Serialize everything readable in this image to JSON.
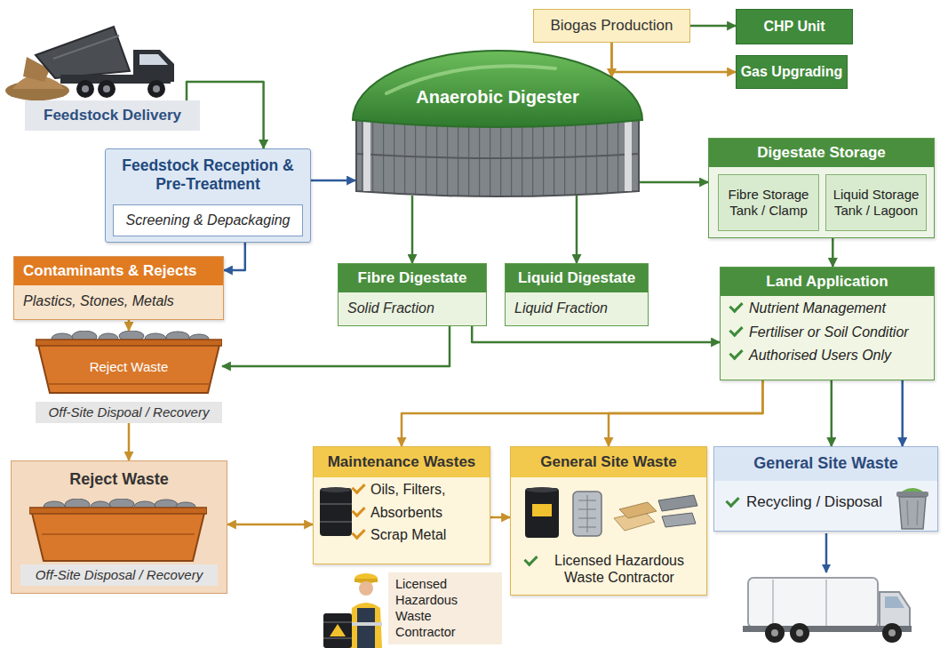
{
  "diagram": {
    "nodes": [
      {
        "text": [
          "Feedstock Delivery"
        ]
      },
      {
        "text": [
          "Feedstock Reception & Pre-Treatment"
        ]
      },
      {
        "text": [
          "Screening & Depackaging"
        ],
        "in": 1
      },
      {
        "text": [
          "Contaminants & Rejects",
          "Plastics, Stones, Metals"
        ]
      },
      {
        "text": [
          "Reject Waste",
          "Off-Site Dispoal / Recovery"
        ]
      },
      {
        "text": [
          "Anaerobic Digester"
        ]
      },
      {
        "text": [
          "Biogas Production"
        ]
      },
      {
        "text": [
          "CHP Unit"
        ]
      },
      {
        "text": [
          "Gas Upgrading"
        ]
      },
      {
        "text": [
          "Digestate Storage"
        ]
      },
      {
        "text": [
          "Fibre Storage Tank / Clamp"
        ],
        "in": 9
      },
      {
        "text": [
          "Liquid Storage Tank / Lagoon"
        ],
        "in": 9
      },
      {
        "text": [
          "Fibre Digestate",
          "Solid Fraction"
        ]
      },
      {
        "text": [
          "Liquid Digestate",
          "Liquid Fraction"
        ]
      },
      {
        "text": [
          "Land Application",
          "Nutrient Management",
          "Fertiliser or Soil Conditior",
          "Authorised Users Only"
        ]
      },
      {
        "text": [
          "Reject Waste",
          "Off-Site Disposal / Recovery"
        ]
      },
      {
        "text": [
          "Maintenance Wastes",
          "Oils, Filters,",
          "Absorbents",
          "Scrap Metal"
        ]
      },
      {
        "text": [
          "General Site Waste",
          "Licensed Hazardous Waste Contractor"
        ]
      },
      {
        "text": [
          "General Site Waste",
          "Recycling / Disposal"
        ]
      }
    ],
    "edges": [
      {
        "from": 0,
        "to": 1,
        "arrow": "to"
      },
      {
        "from": 1,
        "to": 5,
        "arrow": "to"
      },
      {
        "from": 1,
        "to": 3,
        "arrow": "to"
      },
      {
        "from": 3,
        "to": 4,
        "arrow": "to"
      },
      {
        "from": 4,
        "to": 15,
        "arrow": "to"
      },
      {
        "from": 15,
        "to": 16,
        "arrow": "both"
      },
      {
        "from": 16,
        "to": 17,
        "arrow": "to"
      },
      {
        "from": 6,
        "to": 7,
        "arrow": "to"
      },
      {
        "from": 6,
        "to": 8,
        "arrow": "to"
      },
      {
        "from": 6,
        "to": 5,
        "arrow": "to"
      },
      {
        "from": 5,
        "to": 9,
        "arrow": "to"
      },
      {
        "from": 5,
        "to": 12,
        "arrow": "to"
      },
      {
        "from": 5,
        "to": 13,
        "arrow": "to"
      },
      {
        "from": 9,
        "to": 14,
        "arrow": "to"
      },
      {
        "from": 12,
        "to": 14,
        "arrow": "to"
      },
      {
        "from": 12,
        "to": 4,
        "arrow": "to"
      },
      {
        "from": 14,
        "to": 16,
        "arrow": "to"
      },
      {
        "from": 14,
        "to": 17,
        "arrow": "to"
      },
      {
        "from": 14,
        "to": 18,
        "arrow": "to"
      },
      {
        "from": 14,
        "to": 18,
        "arrow": "to"
      }
    ],
    "labels": [
      "Licensed Hazardous Waste Contractor"
    ]
  }
}
